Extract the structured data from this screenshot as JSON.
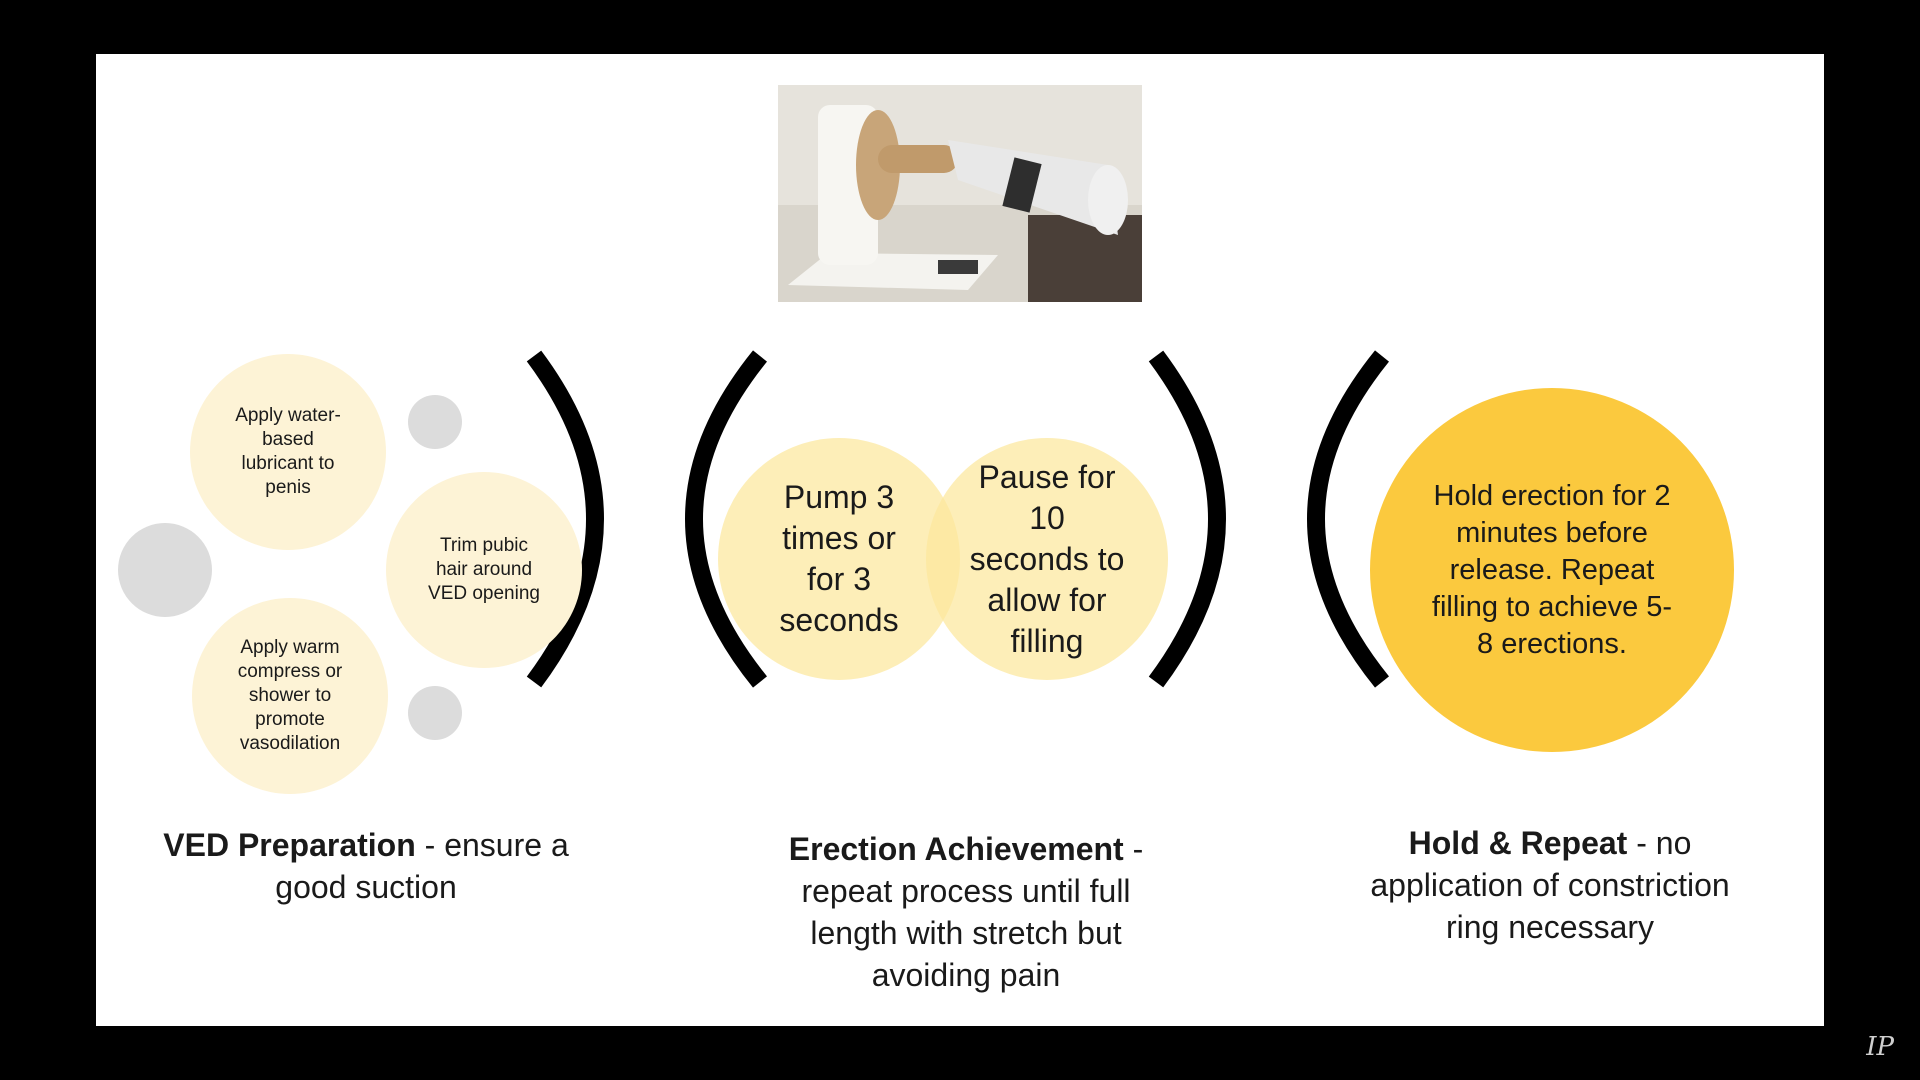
{
  "image": {
    "description": "VED device photo"
  },
  "prep": {
    "bubbles": [
      "Apply water-based lubricant to penis",
      "Trim pubic hair around VED opening",
      "Apply warm compress or shower to promote vasodilation"
    ],
    "caption_bold": "VED Preparation",
    "caption_rest": " - ensure a good suction"
  },
  "achieve": {
    "circle_left": "Pump 3 times or for 3 seconds",
    "circle_right": "Pause for 10 seconds to allow for filling",
    "caption_bold": "Erection Achievement",
    "caption_rest": " - repeat process until full length with stretch but avoiding pain"
  },
  "hold": {
    "circle": "Hold erection for 2 minutes before release. Repeat filling to achieve 5-8 erections.",
    "caption_bold": "Hold & Repeat",
    "caption_rest": " - no application of constriction ring necessary"
  },
  "logo": "IP",
  "colors": {
    "light": "#fdf3d6",
    "mid": "#fce79c",
    "gold": "#fbc93e",
    "bracket": "#000000",
    "dot": "#dcdcdc"
  }
}
